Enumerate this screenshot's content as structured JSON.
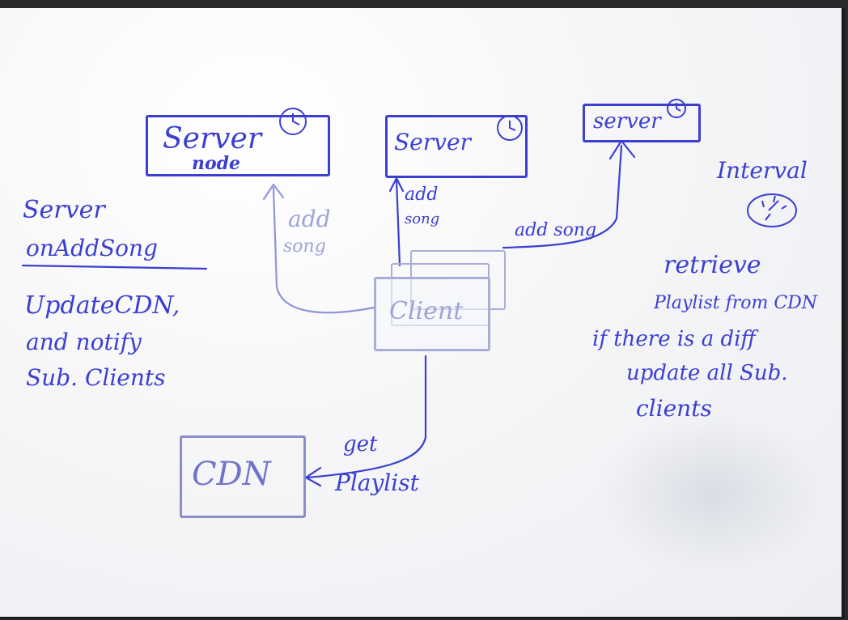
{
  "nodes": {
    "server_node": {
      "line1": "Server",
      "line2": "node"
    },
    "server_middle": {
      "label": "Server"
    },
    "server_right": {
      "label": "server"
    },
    "client": {
      "label": "Client"
    },
    "cdn": {
      "label": "CDN"
    }
  },
  "edges": {
    "client_to_node": {
      "line1": "add",
      "line2": "song"
    },
    "client_to_middle": {
      "line1": "add",
      "line2": "song"
    },
    "client_to_right": {
      "label": "add song"
    },
    "client_to_cdn": {
      "line1": "get",
      "line2": "Playlist"
    }
  },
  "left_notes": {
    "title": "Server",
    "subtitle": "onAddSong",
    "line1": "UpdateCDN,",
    "line2": "and notify",
    "line3": "Sub. Clients"
  },
  "right_notes": {
    "title": "Interval",
    "line1": "retrieve",
    "line2": "Playlist from CDN",
    "line3": "if there is a diff",
    "line4": "update all Sub.",
    "line5": "clients"
  },
  "icons": [
    "clock-icon"
  ],
  "colors": {
    "ink": "#3b3fd0",
    "faint_ink": "#a9aed8",
    "board": "#f4f5f8",
    "frame": "#1b1b1b"
  }
}
